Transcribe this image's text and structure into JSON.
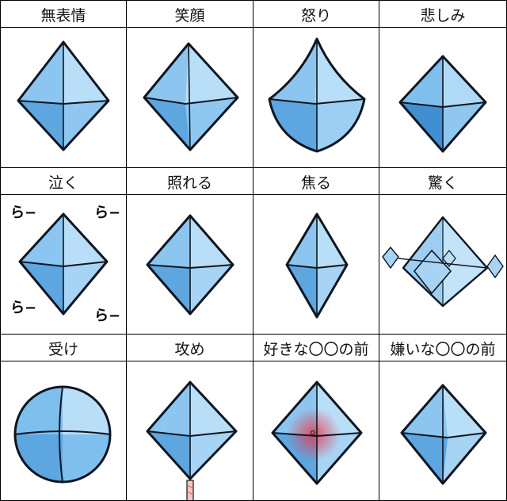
{
  "cells": [
    {
      "label": "無表情"
    },
    {
      "label": "笑顔"
    },
    {
      "label": "怒り"
    },
    {
      "label": "悲しみ"
    },
    {
      "label": "泣く",
      "tear_marks": [
        "ら−",
        "ら−",
        "ら−",
        "ら−"
      ]
    },
    {
      "label": "照れる"
    },
    {
      "label": "焦る"
    },
    {
      "label": "驚く"
    },
    {
      "label": "受け"
    },
    {
      "label": "攻め"
    },
    {
      "label": "好きな〇〇の前"
    },
    {
      "label": "嫌いな〇〇の前"
    }
  ],
  "colors": {
    "crystal_light": "#a9d6f5",
    "crystal_mid": "#7fbfee",
    "crystal_dark": "#4a98d8",
    "outline": "#0d1520",
    "blush": "#e8394a"
  }
}
